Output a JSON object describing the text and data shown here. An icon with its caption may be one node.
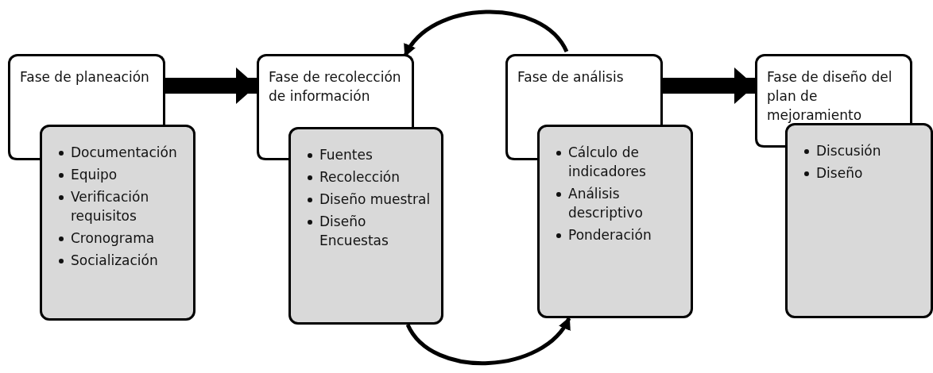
{
  "diagram": {
    "nodes": [
      {
        "text": [
          "Fase de planeación"
        ]
      },
      {
        "text": [
          "Documentación",
          "Equipo",
          "Verificación requisitos",
          "Cronograma",
          "Socialización"
        ]
      },
      {
        "text": [
          "Fase de recolección de información"
        ]
      },
      {
        "text": [
          "Fuentes",
          "Recolección",
          "Diseño muestral",
          "Diseño Encuestas"
        ]
      },
      {
        "text": [
          "Fase de análisis"
        ]
      },
      {
        "text": [
          "Cálculo de indicadores",
          "Análisis descriptivo",
          "Ponderación"
        ]
      },
      {
        "text": [
          "Fase de diseño del plan de mejoramiento"
        ]
      },
      {
        "text": [
          "Discusión",
          "Diseño"
        ]
      }
    ],
    "edges": [
      {
        "from": 0,
        "to": 2,
        "arrow": "to",
        "style": "thick"
      },
      {
        "from": 4,
        "to": 6,
        "arrow": "to",
        "style": "thick"
      },
      {
        "from": 4,
        "to": 2,
        "arrow": "to"
      },
      {
        "from": 3,
        "to": 5,
        "arrow": "to"
      }
    ]
  }
}
